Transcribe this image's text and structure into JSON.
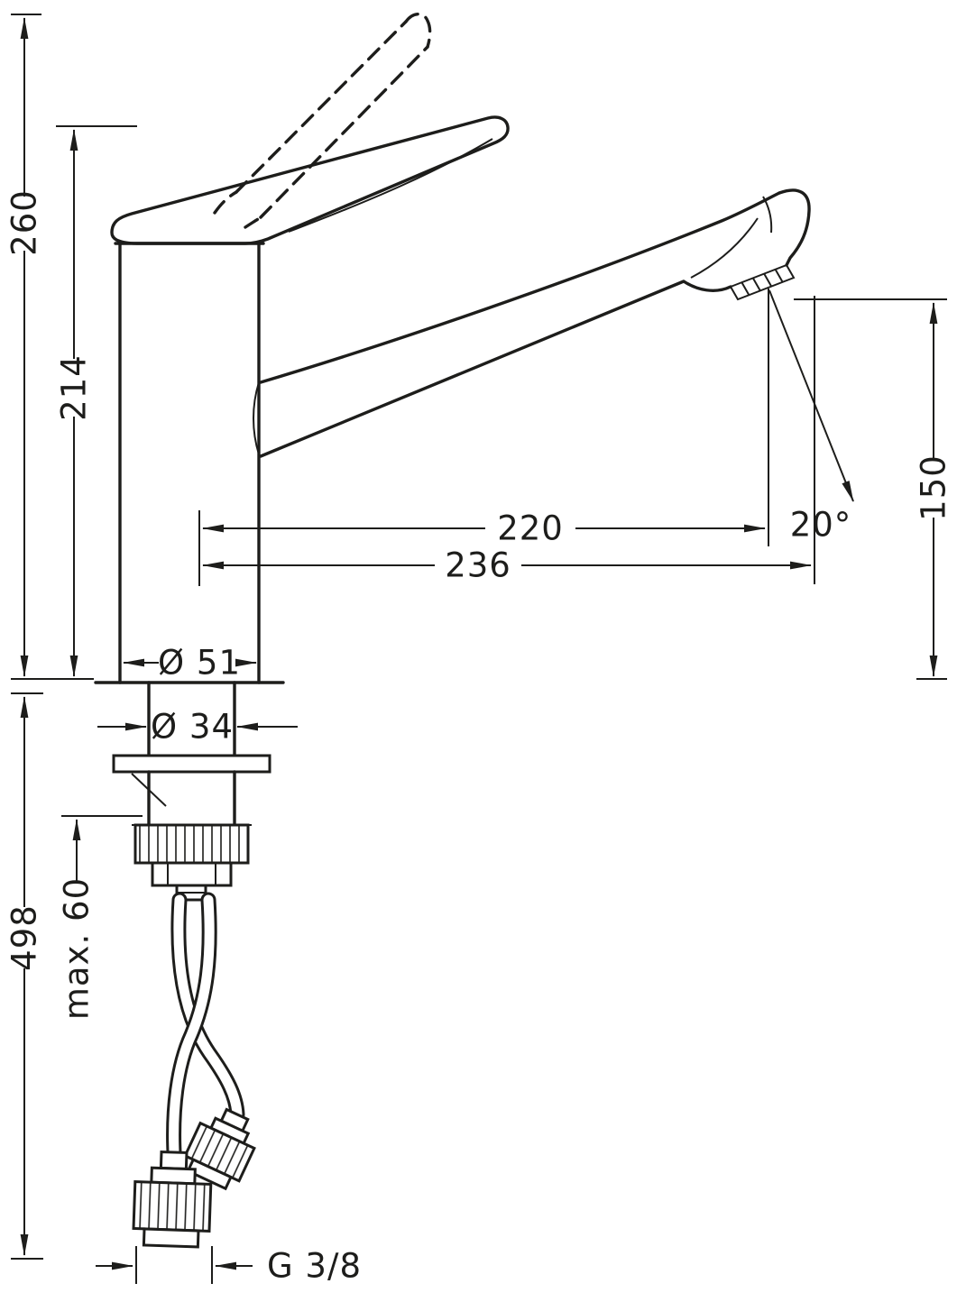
{
  "diagram": {
    "labels": {
      "overall_height": "260",
      "body_height": "214",
      "spout_height": "150",
      "spout_reach": "220",
      "overall_reach": "236",
      "spray_angle": "20°",
      "base_diameter": "Ø 51",
      "shank_diameter": "Ø 34",
      "hose_length": "498",
      "max_counter_thickness": "max. 60",
      "connection_thread": "G 3/8"
    },
    "colors": {
      "line": "#1d1d1b",
      "background": "#ffffff"
    }
  }
}
